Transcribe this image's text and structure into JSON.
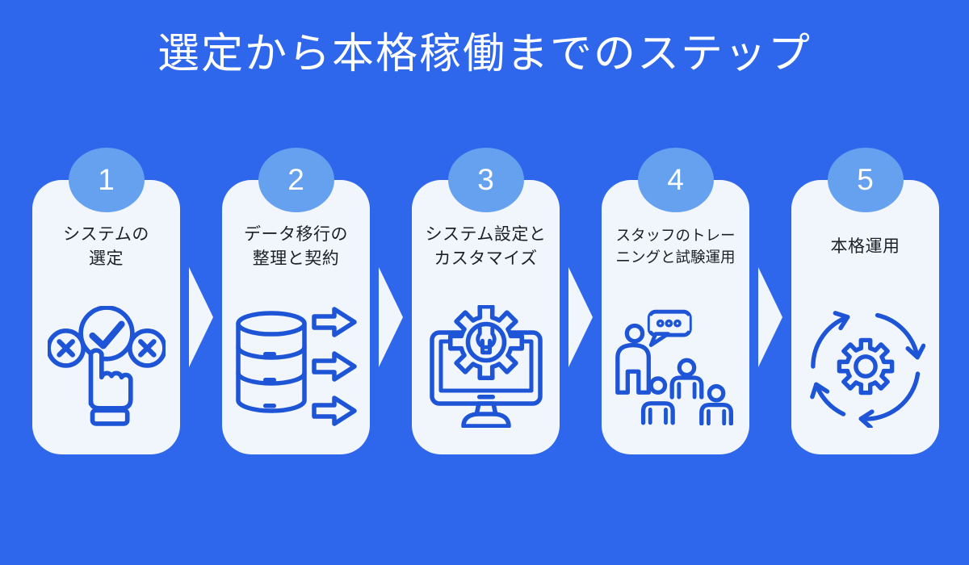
{
  "title": "選定から本格稼働までのステップ",
  "steps": [
    {
      "number": "1",
      "line1": "システムの",
      "line2": "選定",
      "icon": "hand-select-check-icon"
    },
    {
      "number": "2",
      "line1": "データ移行の",
      "line2": "整理と契約",
      "icon": "database-migration-arrows-icon"
    },
    {
      "number": "3",
      "line1": "システム設定と",
      "line2": "カスタマイズ",
      "icon": "monitor-gear-wrench-icon"
    },
    {
      "number": "4",
      "line1": "スタッフのトレー",
      "line2": "ニングと試験運用",
      "icon": "trainer-audience-icon"
    },
    {
      "number": "5",
      "line1": "本格運用",
      "icon": "gear-cycle-arrows-icon"
    }
  ],
  "colors": {
    "background": "#2e66ec",
    "card": "#f1f5fc",
    "badge": "#66a1f0",
    "icon_stroke": "#1d55d6",
    "card_text": "#1c2128",
    "title_text": "#ffffff"
  }
}
